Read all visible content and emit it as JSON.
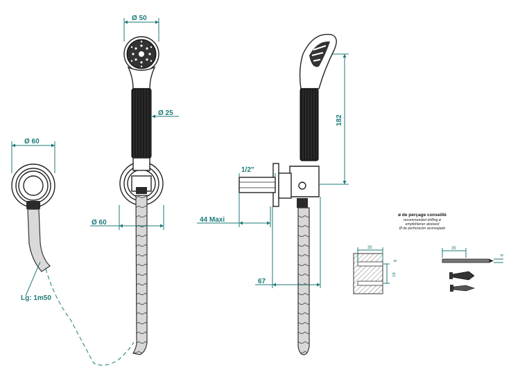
{
  "dimensions": {
    "left_flange_dia": "Ø 60",
    "head_dia": "Ø 50",
    "handle_dia": "Ø 25",
    "holder_dia": "Ø 60",
    "thread": "1/2\"",
    "projection": "44  Maxi",
    "height": "182",
    "offset": "67",
    "hose_length": "Lg: 1m50"
  },
  "drilling": {
    "title": "ø de perçage conseillé",
    "line1": "recommended drilling ø",
    "line2": "empfohlener abstand",
    "line3": "Ø de perforación aconsejado",
    "block_depth": "35",
    "block_gap": "16",
    "block_dia": "6",
    "bit_length": "35",
    "bit_dia": "6"
  },
  "colors": {
    "dimension": "#1b7a76",
    "line": "#222222"
  }
}
